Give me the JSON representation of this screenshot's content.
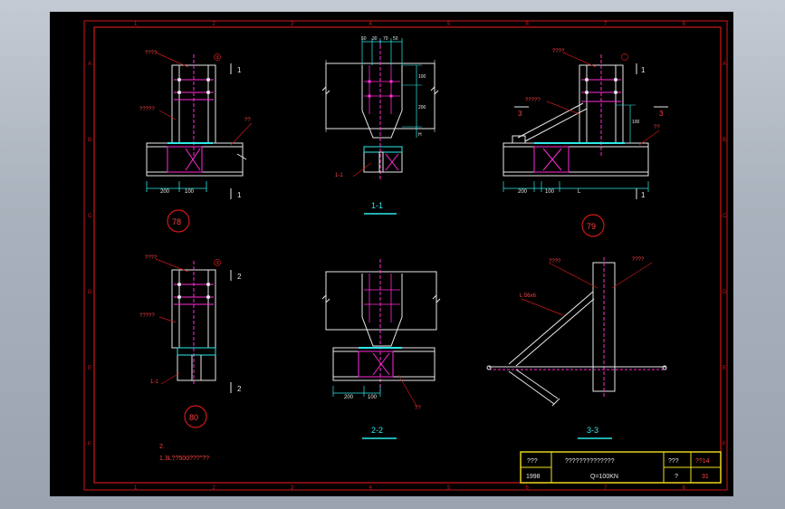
{
  "colors": {
    "background": "#000000",
    "viewport": "#b0b7c2",
    "border_red": "#d01818",
    "steel_white": "#e8e8e8",
    "magenta": "#ff2bd6",
    "cyan": "#2ee8e8",
    "yellow": "#f0e020",
    "blue_dim": "#5a8cff",
    "text_red": "#ff4040"
  },
  "grid": {
    "columns": [
      "1",
      "2",
      "3",
      "4",
      "5",
      "6",
      "7",
      "8"
    ],
    "rows": [
      "A",
      "B",
      "C",
      "D",
      "E",
      "F"
    ]
  },
  "details": [
    {
      "id": "d78",
      "label": "78",
      "marks": {
        "top": "????",
        "mid": "?????",
        "right": "??",
        "cut": "1",
        "circle_no": "①",
        "dims": [
          "200",
          "100"
        ]
      }
    },
    {
      "id": "d79",
      "label": "79",
      "marks": {
        "top": "????",
        "mid": "?????",
        "right": "??",
        "cut": "1",
        "section_cut": "3",
        "dims": [
          "200",
          "100",
          "L"
        ],
        "vdim": "100"
      }
    },
    {
      "id": "d80",
      "label": "80",
      "marks": {
        "top": "????",
        "mid": "?????",
        "bottom": "1-1",
        "cut": "2",
        "circle_no": "①"
      }
    }
  ],
  "sections": {
    "s11": {
      "title": "1-1",
      "top_dims": [
        "50",
        "30",
        "70",
        "50"
      ],
      "side_dims": [
        "100",
        "200",
        "H"
      ],
      "callout": "1-1"
    },
    "s22": {
      "title": "2-2",
      "dims": [
        "200",
        "100"
      ],
      "callout": "??"
    },
    "s33": {
      "title": "3-3",
      "callout_left": "????",
      "callout_right": "????",
      "angle": "L 56x6"
    }
  },
  "notes": {
    "line1": "2.",
    "line2": "1.3L??500???\"??"
  },
  "title_block": {
    "c1_top": "???",
    "c1_bot": "1998",
    "c2_top": "??????????????",
    "c2_bot": "Q=100KN",
    "c3_top": "???",
    "c3_bot": "?",
    "c4_top": "??14",
    "c4_bot": "31"
  }
}
